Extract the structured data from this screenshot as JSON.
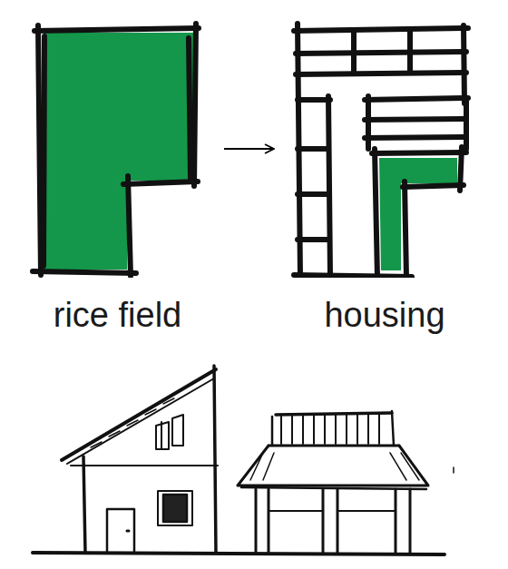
{
  "diagram": {
    "nodes": [
      {
        "text": [
          "rice field"
        ]
      },
      {
        "text": [
          "housing"
        ]
      }
    ],
    "edges": [
      {
        "from": 0,
        "to": 1,
        "arrow": "to"
      }
    ]
  }
}
